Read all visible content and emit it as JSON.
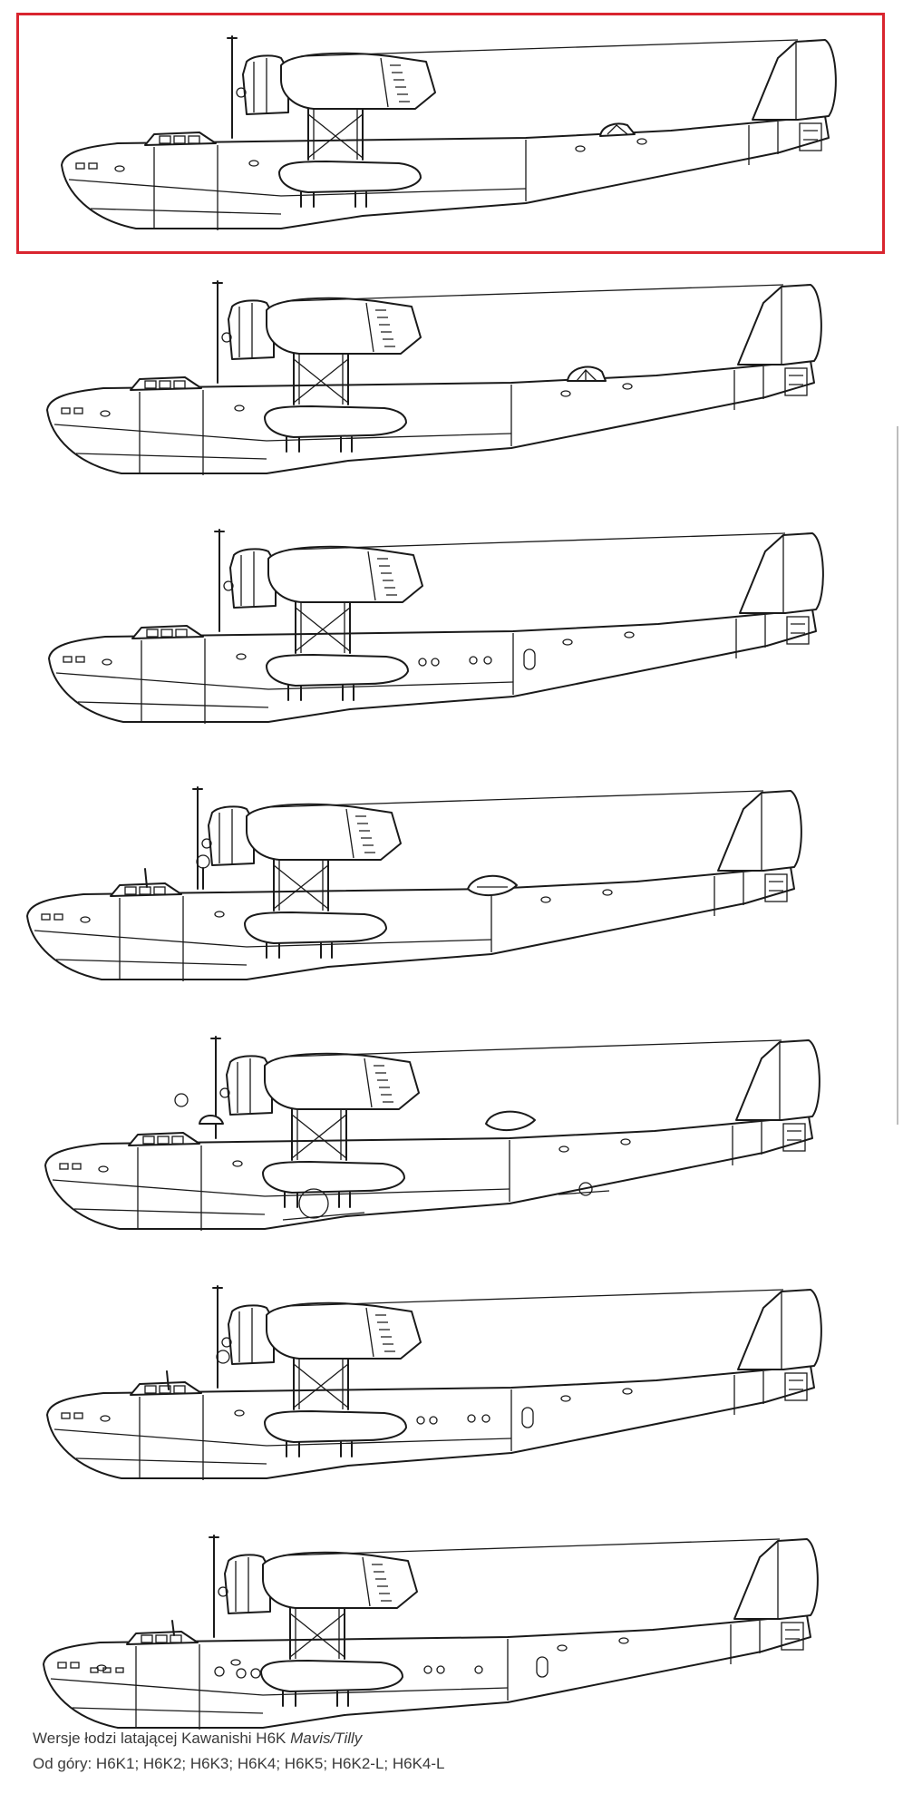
{
  "caption": {
    "line1_prefix": "Wersje łodzi latającej Kawanishi H6K ",
    "line1_italic": "Mavis/Tilly",
    "line2": "Od góry: H6K1; H6K2; H6K3; H6K4; H6K5; H6K2-L; H6K4-L"
  },
  "highlight": {
    "color": "#d9252f",
    "selected_index": 0
  },
  "variants": [
    {
      "name": "H6K1"
    },
    {
      "name": "H6K2"
    },
    {
      "name": "H6K3"
    },
    {
      "name": "H6K4"
    },
    {
      "name": "H6K5"
    },
    {
      "name": "H6K2-L"
    },
    {
      "name": "H6K4-L"
    }
  ]
}
